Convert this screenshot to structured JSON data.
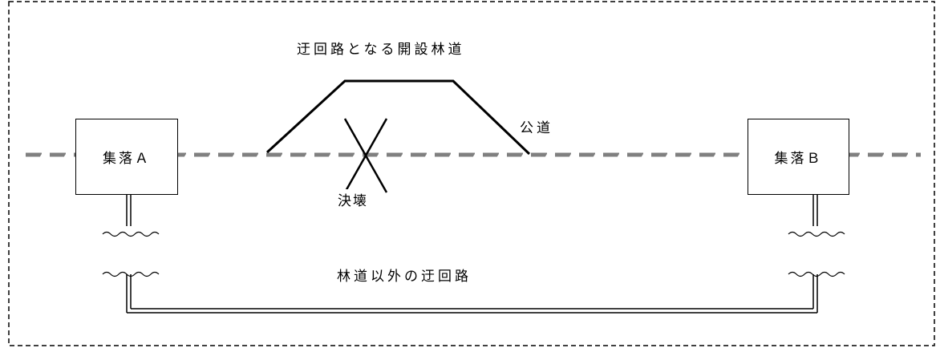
{
  "diagram": {
    "top_label": "迂回路となる開設林道",
    "road_label": "公道",
    "collapse_label": "決壊",
    "village_a": "集落Ａ",
    "village_b": "集落Ｂ",
    "bottom_label": "林道以外の迂回路"
  },
  "colors": {
    "line": "#000000",
    "road_dash": "#808080",
    "frame": "#000000"
  }
}
